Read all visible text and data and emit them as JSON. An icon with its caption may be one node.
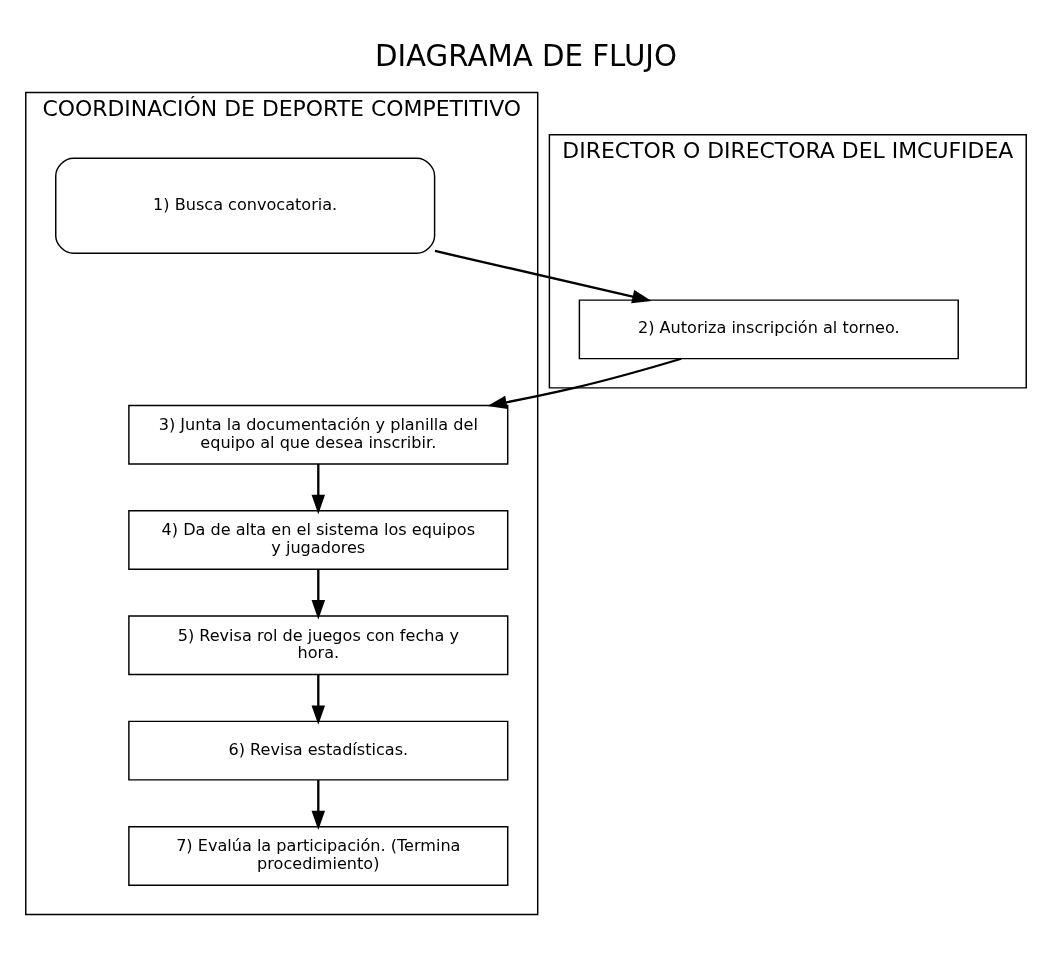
{
  "diagram": {
    "title": "DIAGRAMA DE FLUJO",
    "nodes": [
      {
        "text": [
          "COORDINACIÓN DE DEPORTE COMPETITIVO"
        ]
      },
      {
        "text": [
          "DIRECTOR O DIRECTORA DEL IMCUFIDEA"
        ]
      },
      {
        "text": [
          "1) Busca convocatoria."
        ],
        "in": 0
      },
      {
        "text": [
          "2) Autoriza inscripción al torneo."
        ],
        "in": 1
      },
      {
        "text": [
          "3) Junta la documentación y planilla del equipo al que desea inscribir."
        ],
        "in": 0
      },
      {
        "text": [
          "4) Da de alta en el sistema los equipos y jugadores"
        ],
        "in": 0
      },
      {
        "text": [
          "5) Revisa rol de juegos con fecha y hora."
        ],
        "in": 0
      },
      {
        "text": [
          "6) Revisa estadísticas."
        ],
        "in": 0
      },
      {
        "text": [
          "7) Evalúa la participación. (Termina procedimiento)"
        ],
        "in": 0
      }
    ],
    "edges": [
      {
        "from": 2,
        "to": 3,
        "arrow": "to"
      },
      {
        "from": 3,
        "to": 4,
        "arrow": "to"
      },
      {
        "from": 4,
        "to": 5,
        "arrow": "to"
      },
      {
        "from": 5,
        "to": 6,
        "arrow": "to"
      },
      {
        "from": 6,
        "to": 7,
        "arrow": "to"
      },
      {
        "from": 7,
        "to": 8,
        "arrow": "to"
      }
    ]
  }
}
